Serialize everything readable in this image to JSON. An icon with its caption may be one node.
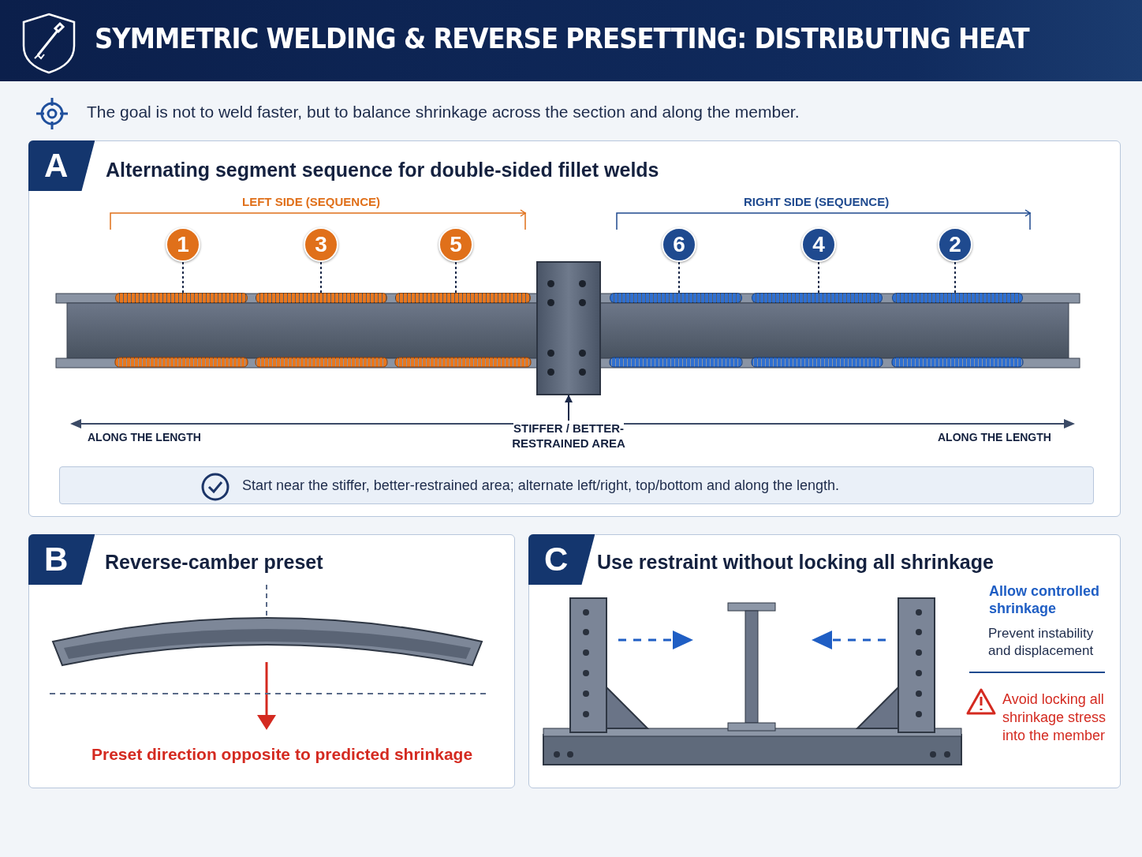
{
  "diagram": {
    "title": "SYMMETRIC WELDING & REVERSE PRESETTING: DISTRIBUTING HEAT",
    "nodes": [
      {
        "text": [
          "A",
          "Alternating segment sequence for double-sided fillet welds"
        ]
      },
      {
        "text": [
          "1"
        ],
        "in": 0
      },
      {
        "text": [
          "3"
        ],
        "in": 0
      },
      {
        "text": [
          "5"
        ],
        "in": 0
      },
      {
        "text": [
          "6"
        ],
        "in": 0
      },
      {
        "text": [
          "4"
        ],
        "in": 0
      },
      {
        "text": [
          "2"
        ],
        "in": 0
      },
      {
        "text": [],
        "shape": "bar",
        "in": 0
      },
      {
        "text": [],
        "shape": "bar",
        "in": 0
      },
      {
        "text": [],
        "shape": "bar",
        "in": 0
      },
      {
        "text": [],
        "shape": "bar",
        "in": 0
      },
      {
        "text": [],
        "shape": "bar",
        "in": 0
      },
      {
        "text": [],
        "shape": "bar",
        "in": 0
      },
      {
        "text": [],
        "shape": "box",
        "in": 0
      },
      {
        "text": [
          "STIFFER / BETTER-RESTRAINED AREA"
        ],
        "in": 0
      },
      {
        "text": [
          "Start near the stiffer, better-restrained area; alternate left/right, top/bottom and along the length."
        ],
        "in": 0
      },
      {
        "text": [
          "B",
          "Reverse-camber preset"
        ]
      },
      {
        "text": [
          "C",
          "Use restraint without locking all shrinkage"
        ]
      }
    ],
    "edges": [
      {
        "from": 1,
        "to": 7,
        "arrow": "none",
        "style": "dashed"
      },
      {
        "from": 2,
        "to": 8,
        "arrow": "none",
        "style": "dashed"
      },
      {
        "from": 3,
        "to": 9,
        "arrow": "none",
        "style": "dashed"
      },
      {
        "from": 4,
        "to": 10,
        "arrow": "none",
        "style": "dashed"
      },
      {
        "from": 5,
        "to": 11,
        "arrow": "none",
        "style": "dashed"
      },
      {
        "from": 6,
        "to": 12,
        "arrow": "none",
        "style": "dashed"
      },
      {
        "from": 14,
        "to": 13,
        "arrow": "to"
      }
    ],
    "labels": [
      "The goal is not to weld faster, but to balance shrinkage across the section and along the member.",
      "LEFT SIDE (SEQUENCE)",
      "RIGHT SIDE (SEQUENCE)",
      "ALONG THE LENGTH",
      "ALONG THE LENGTH",
      "Preset direction opposite to predicted shrinkage",
      "Allow controlled shrinkage",
      "Prevent instability and displacement",
      "Avoid locking all shrinkage stress into the member"
    ]
  }
}
